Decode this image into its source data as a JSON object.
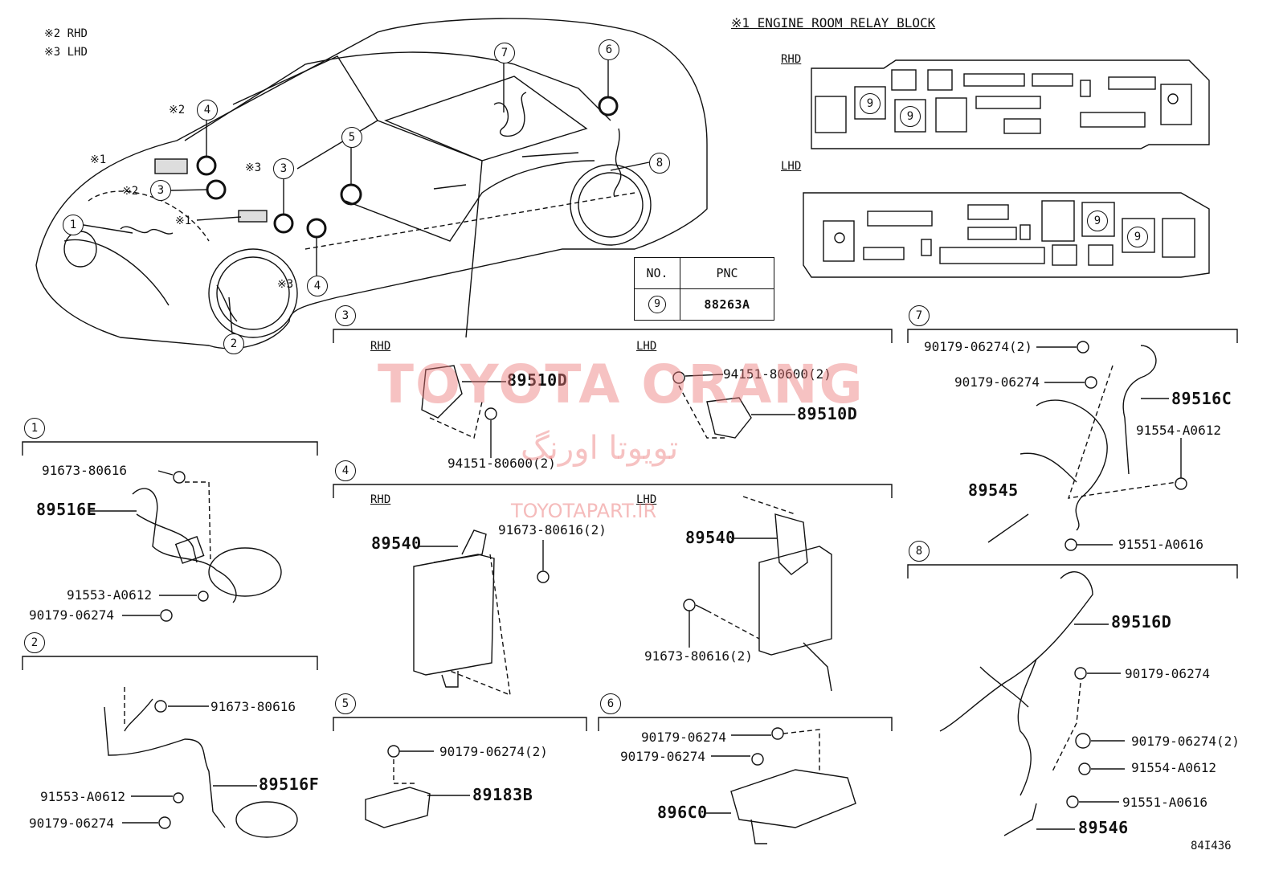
{
  "notes": {
    "rhd": "※2 RHD",
    "lhd": "※3 LHD"
  },
  "relay_block": {
    "title": "※1 ENGINE ROOM RELAY BLOCK",
    "rhd": "RHD",
    "lhd": "LHD",
    "marker": "9"
  },
  "pnc_table": {
    "col_no": "NO.",
    "col_pnc": "PNC",
    "row_no": "9",
    "row_pnc": "88263A"
  },
  "car_callouts": [
    "1",
    "2",
    "3",
    "4",
    "5",
    "6",
    "7",
    "8"
  ],
  "car_notes": {
    "n1": "※1",
    "n2": "※2",
    "n3": "※3"
  },
  "sections": {
    "s1": {
      "num": "1",
      "parts": [
        "91673-80616",
        "89516E",
        "91553-A0612",
        "90179-06274"
      ]
    },
    "s2": {
      "num": "2",
      "parts": [
        "91673-80616",
        "89516F",
        "91553-A0612",
        "90179-06274"
      ]
    },
    "s3": {
      "num": "3",
      "rhd": "RHD",
      "lhd": "LHD",
      "parts": [
        "89510D",
        "94151-80600(2)",
        "94151-80600(2)",
        "89510D"
      ]
    },
    "s4": {
      "num": "4",
      "rhd": "RHD",
      "lhd": "LHD",
      "parts": [
        "89540",
        "91673-80616(2)",
        "89540",
        "91673-80616(2)"
      ]
    },
    "s5": {
      "num": "5",
      "parts": [
        "90179-06274(2)",
        "89183B"
      ]
    },
    "s6": {
      "num": "6",
      "parts": [
        "90179-06274",
        "90179-06274",
        "896C0"
      ]
    },
    "s7": {
      "num": "7",
      "parts": [
        "90179-06274(2)",
        "90179-06274",
        "89516C",
        "91554-A0612",
        "89545",
        "91551-A0616"
      ]
    },
    "s8": {
      "num": "8",
      "parts": [
        "89516D",
        "90179-06274",
        "90179-06274(2)",
        "91554-A0612",
        "91551-A0616",
        "89546"
      ]
    }
  },
  "watermark": {
    "line1": "TOYOTA ORANG",
    "line2": "تویوتا اورنگ",
    "line3": "TOYOTAPART.IR"
  },
  "figure_code": "84I436"
}
